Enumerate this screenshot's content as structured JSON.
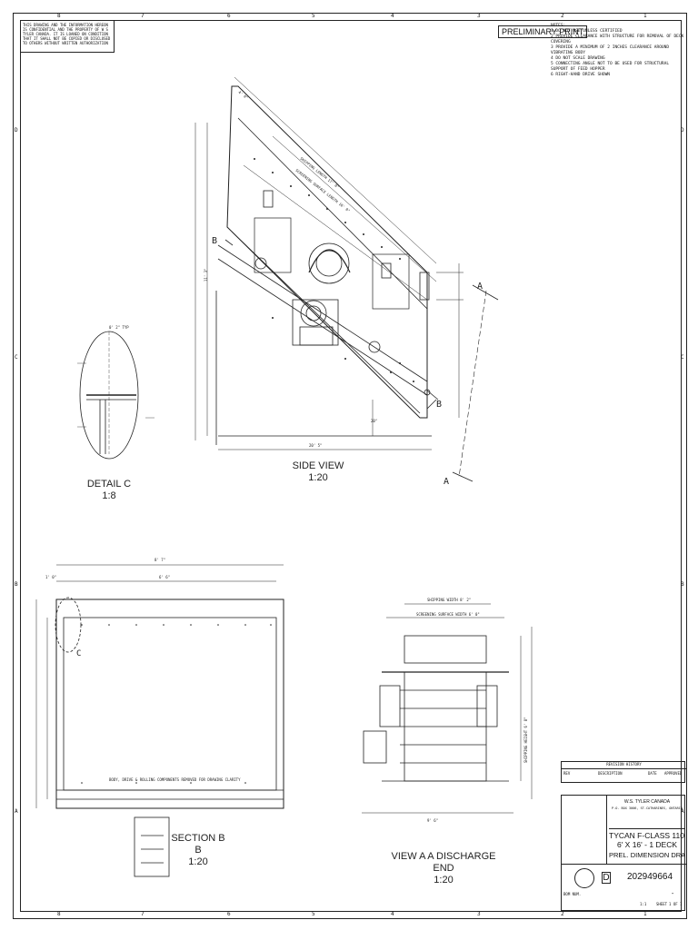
{
  "disclaimer": "THIS DRAWING AND THE INFORMATION HEREON IS CONFIDENTIAL AND THE PROPERTY OF W S TYLER CANADA. IT IS LOANED ON CONDITION THAT IT SHALL NOT BE COPIED OR DISCLOSED TO OTHERS WITHOUT WRITTEN AUTHORIZATION",
  "stamp": "PRELIMINARY PRINT",
  "notes": {
    "heading": "NOTES:",
    "items": [
      "1 DO NOT USE UNLESS CERTIFIED",
      "2 PROVIDE CLEARANCE WITH STRUCTURE FOR REMOVAL OF DECK COVERING",
      "3 PROVIDE A MINIMUM OF 2 INCHES CLEARANCE AROUND VIBRATING BODY",
      "4 DO NOT SCALE DRAWING",
      "5 CONNECTING ANGLE NOT TO BE USED FOR STRUCTURAL SUPPORT OF FEED HOPPER",
      "6 RIGHT-HAND DRIVE SHOWN"
    ]
  },
  "zones": {
    "cols": [
      "8",
      "7",
      "6",
      "5",
      "4",
      "3",
      "2",
      "1"
    ],
    "rows": [
      "D",
      "C",
      "B",
      "A"
    ]
  },
  "views": {
    "side": {
      "name": "SIDE VIEW",
      "scale": "1:20"
    },
    "detail": {
      "name": "DETAIL C",
      "scale": "1:8"
    },
    "section": {
      "name": "SECTION B B",
      "scale": "1:20"
    },
    "end": {
      "name": "VIEW A A DISCHARGE END",
      "scale": "1:20"
    }
  },
  "section_note": "BODY, DRIVE & ROLLING COMPONENTS REMOVED FOR DRAWING CLARITY",
  "markers": {
    "a": "A",
    "b": "B",
    "c": "C"
  },
  "dims": {
    "side_overall": "20' 5\"",
    "side_height": "11' 3\"",
    "shipping_length": "SHIPPING LENGTH  17' 8\"",
    "screening_surface": "SCREENING SURFACE LENGTH  16' 0\"",
    "angle": "20°",
    "top_offset": "4' 0\"",
    "section_overall": "8' 7\"",
    "section_inner": "6' 6\"",
    "section_left": "1' 0\"",
    "end_shipping_width": "SHIPPING WIDTH  8' 2\"",
    "end_screening_width": "SCREENING SURFACE WIDTH  6' 0\"",
    "end_overall": "9' 6\"",
    "end_height": "SHIPPING HEIGHT  6' 8\"",
    "detail_top": "0' 2\" TYP"
  },
  "revision": {
    "title": "REVISION HISTORY",
    "headers": [
      "REV",
      "DESCRIPTION",
      "DATE",
      "APPROVED"
    ]
  },
  "title_block": {
    "company": "W.S. TYLER CANADA",
    "address": "P.O. BOX 3006, ST.CATHARINES, ONTARIO",
    "title_lines": [
      "TYCAN F-CLASS 1100",
      "6' X 16' - 1 DECK",
      "PREL. DIMENSION DRAWING"
    ],
    "size": "D",
    "dwg_no": "202949664",
    "rev": "-",
    "scale": "1:1",
    "sheet": "1 OF 1",
    "bom_label": "BOM NUM.",
    "sheet_label": "SHEET"
  }
}
